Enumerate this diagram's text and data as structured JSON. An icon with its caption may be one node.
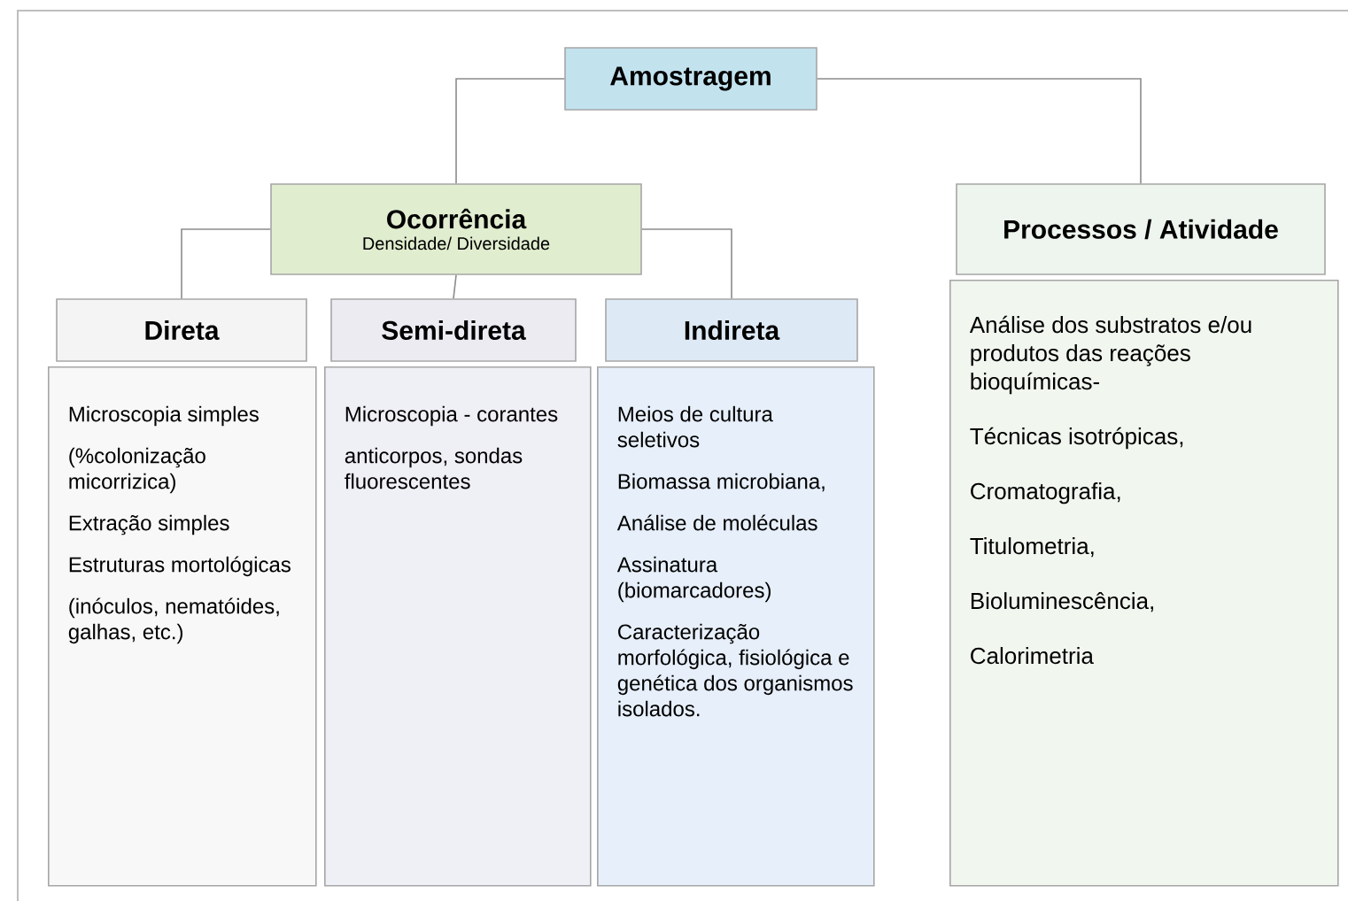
{
  "diagram": {
    "nodes": [
      {
        "text": [
          "Amostragem"
        ]
      },
      {
        "text": [
          "Ocorrência",
          "Densidade/ Diversidade"
        ]
      },
      {
        "text": [
          "Processos / Atividade"
        ]
      },
      {
        "text": [
          "Direta"
        ]
      },
      {
        "text": [
          "Semi-direta"
        ]
      },
      {
        "text": [
          "Indireta"
        ]
      },
      {
        "text": [
          "Microscopia simples",
          "(%colonização micorrizica)",
          "Extração simples",
          "Estruturas mortológicas",
          "(inóculos, nematóides, galhas, etc.)"
        ]
      },
      {
        "text": [
          "Microscopia - corantes",
          "anticorpos, sondas fluorescentes"
        ]
      },
      {
        "text": [
          "Meios de cultura seletivos",
          "Biomassa microbiana,",
          "Análise de moléculas",
          "Assinatura (biomarcadores)",
          "Caracterização morfológica, fisiológica e genética dos organismos isolados."
        ]
      },
      {
        "text": [
          "Análise dos substratos e/ou produtos das reações bioquímicas-",
          "Técnicas isotrópicas,",
          "Cromatografia,",
          "Titulometria,",
          "Bioluminescência,",
          "Calorimetria"
        ]
      }
    ],
    "edges": [
      {
        "from": 0,
        "to": 1,
        "arrow": "none"
      },
      {
        "from": 0,
        "to": 2,
        "arrow": "none"
      },
      {
        "from": 1,
        "to": 3,
        "arrow": "none"
      },
      {
        "from": 1,
        "to": 4,
        "arrow": "none"
      },
      {
        "from": 1,
        "to": 5,
        "arrow": "none"
      }
    ]
  }
}
